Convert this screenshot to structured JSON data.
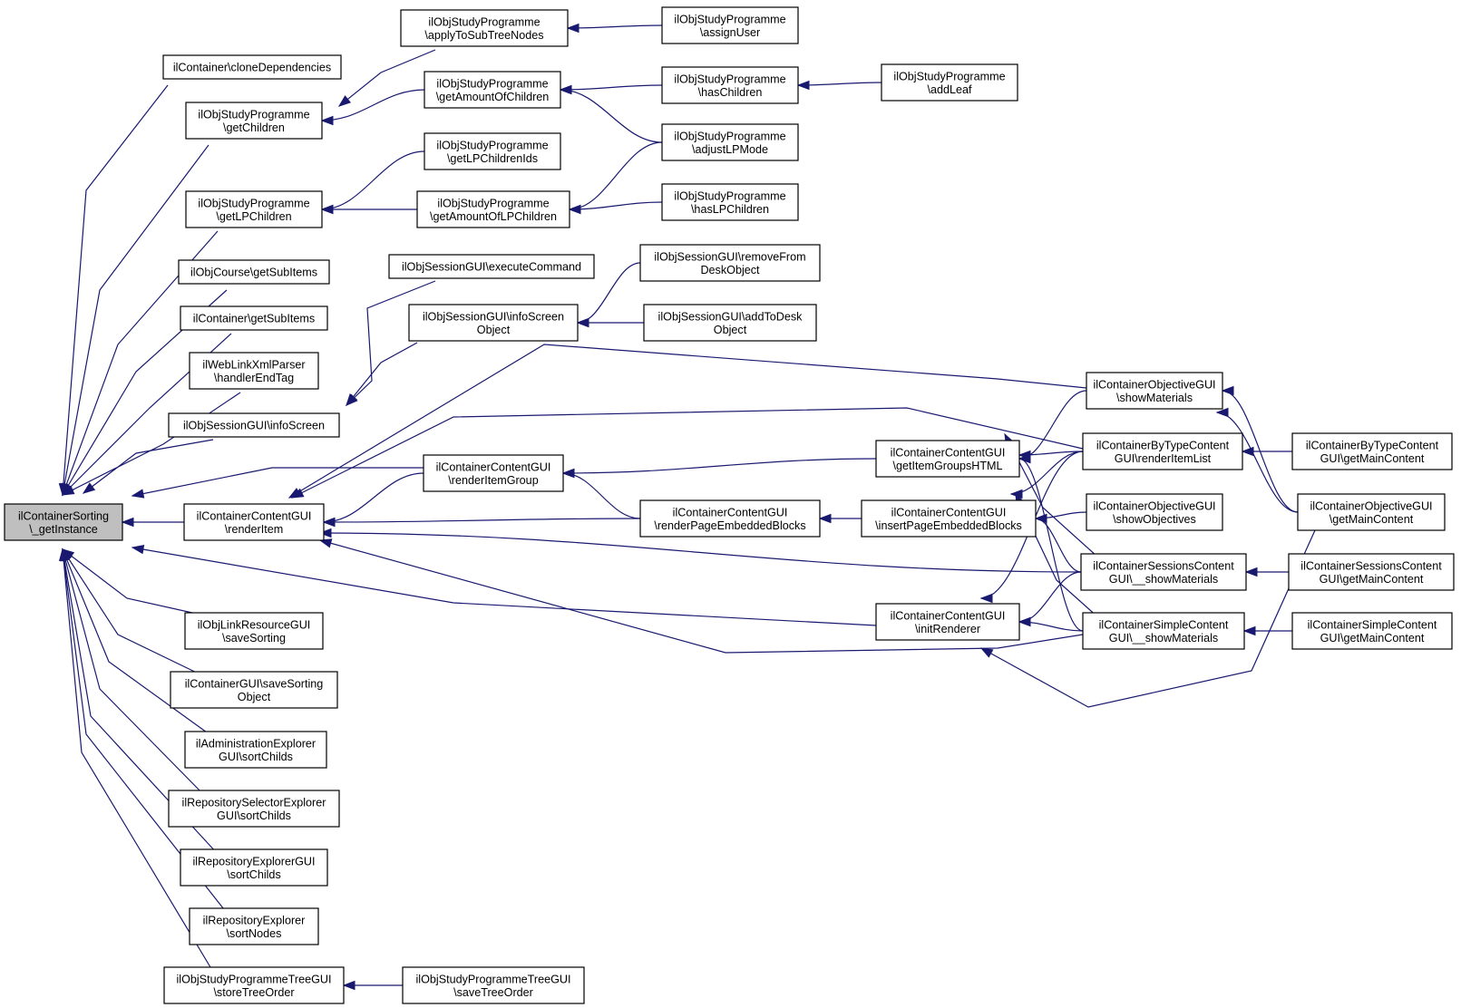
{
  "nodes": [
    {
      "id": "root",
      "lines": [
        "ilContainerSorting",
        "\\_getInstance"
      ],
      "root": true
    },
    {
      "id": "n1",
      "lines": [
        "ilContainer\\cloneDependencies"
      ]
    },
    {
      "id": "n2",
      "lines": [
        "ilObjStudyProgramme",
        "\\getChildren"
      ]
    },
    {
      "id": "n3",
      "lines": [
        "ilObjStudyProgramme",
        "\\getLPChildren"
      ]
    },
    {
      "id": "n4",
      "lines": [
        "ilObjCourse\\getSubItems"
      ]
    },
    {
      "id": "n5",
      "lines": [
        "ilContainer\\getSubItems"
      ]
    },
    {
      "id": "n6",
      "lines": [
        "ilWebLinkXmlParser",
        "\\handlerEndTag"
      ]
    },
    {
      "id": "n7",
      "lines": [
        "ilObjSessionGUI\\infoScreen"
      ]
    },
    {
      "id": "n8",
      "lines": [
        "ilContainerContentGUI",
        "\\renderItem"
      ]
    },
    {
      "id": "n9",
      "lines": [
        "ilObjLinkResourceGUI",
        "\\saveSorting"
      ]
    },
    {
      "id": "n10",
      "lines": [
        "ilContainerGUI\\saveSorting",
        "Object"
      ]
    },
    {
      "id": "n11",
      "lines": [
        "ilAdministrationExplorer",
        "GUI\\sortChilds"
      ]
    },
    {
      "id": "n12",
      "lines": [
        "ilRepositorySelectorExplorer",
        "GUI\\sortChilds"
      ]
    },
    {
      "id": "n13",
      "lines": [
        "ilRepositoryExplorerGUI",
        "\\sortChilds"
      ]
    },
    {
      "id": "n14",
      "lines": [
        "ilRepositoryExplorer",
        "\\sortNodes"
      ]
    },
    {
      "id": "n15",
      "lines": [
        "ilObjStudyProgrammeTreeGUI",
        "\\storeTreeOrder"
      ]
    },
    {
      "id": "n16",
      "lines": [
        "ilObjStudyProgramme",
        "\\applyToSubTreeNodes"
      ]
    },
    {
      "id": "n17",
      "lines": [
        "ilObjStudyProgramme",
        "\\getAmountOfChildren"
      ]
    },
    {
      "id": "n18",
      "lines": [
        "ilObjStudyProgramme",
        "\\getLPChildrenIds"
      ]
    },
    {
      "id": "n19",
      "lines": [
        "ilObjStudyProgramme",
        "\\getAmountOfLPChildren"
      ]
    },
    {
      "id": "n20",
      "lines": [
        "ilObjSessionGUI\\executeCommand"
      ]
    },
    {
      "id": "n21",
      "lines": [
        "ilObjSessionGUI\\infoScreen",
        "Object"
      ]
    },
    {
      "id": "n22",
      "lines": [
        "ilContainerContentGUI",
        "\\renderItemGroup"
      ]
    },
    {
      "id": "n23",
      "lines": [
        "ilObjStudyProgrammeTreeGUI",
        "\\saveTreeOrder"
      ]
    },
    {
      "id": "n24",
      "lines": [
        "ilObjStudyProgramme",
        "\\assignUser"
      ]
    },
    {
      "id": "n25",
      "lines": [
        "ilObjStudyProgramme",
        "\\hasChildren"
      ]
    },
    {
      "id": "n26",
      "lines": [
        "ilObjStudyProgramme",
        "\\adjustLPMode"
      ]
    },
    {
      "id": "n27",
      "lines": [
        "ilObjStudyProgramme",
        "\\hasLPChildren"
      ]
    },
    {
      "id": "n28",
      "lines": [
        "ilObjSessionGUI\\removeFrom",
        "DeskObject"
      ]
    },
    {
      "id": "n29",
      "lines": [
        "ilObjSessionGUI\\addToDesk",
        "Object"
      ]
    },
    {
      "id": "n30",
      "lines": [
        "ilContainerContentGUI",
        "\\renderPageEmbeddedBlocks"
      ]
    },
    {
      "id": "n31",
      "lines": [
        "ilObjStudyProgramme",
        "\\addLeaf"
      ]
    },
    {
      "id": "n32",
      "lines": [
        "ilContainerContentGUI",
        "\\getItemGroupsHTML"
      ]
    },
    {
      "id": "n33",
      "lines": [
        "ilContainerContentGUI",
        "\\insertPageEmbeddedBlocks"
      ]
    },
    {
      "id": "n34",
      "lines": [
        "ilContainerContentGUI",
        "\\initRenderer"
      ]
    },
    {
      "id": "n35",
      "lines": [
        "ilContainerObjectiveGUI",
        "\\showMaterials"
      ]
    },
    {
      "id": "n36",
      "lines": [
        "ilContainerByTypeContent",
        "GUI\\renderItemList"
      ]
    },
    {
      "id": "n37",
      "lines": [
        "ilContainerObjectiveGUI",
        "\\showObjectives"
      ]
    },
    {
      "id": "n38",
      "lines": [
        "ilContainerSessionsContent",
        "GUI\\__showMaterials"
      ]
    },
    {
      "id": "n39",
      "lines": [
        "ilContainerSimpleContent",
        "GUI\\__showMaterials"
      ]
    },
    {
      "id": "n40",
      "lines": [
        "ilContainerByTypeContent",
        "GUI\\getMainContent"
      ]
    },
    {
      "id": "n41",
      "lines": [
        "ilContainerObjectiveGUI",
        "\\getMainContent"
      ]
    },
    {
      "id": "n42",
      "lines": [
        "ilContainerSessionsContent",
        "GUI\\getMainContent"
      ]
    },
    {
      "id": "n43",
      "lines": [
        "ilContainerSimpleContent",
        "GUI\\getMainContent"
      ]
    }
  ],
  "edges": [
    [
      "root",
      "n1"
    ],
    [
      "root",
      "n2"
    ],
    [
      "root",
      "n3"
    ],
    [
      "root",
      "n4"
    ],
    [
      "root",
      "n5"
    ],
    [
      "root",
      "n6"
    ],
    [
      "root",
      "n7"
    ],
    [
      "root",
      "n8"
    ],
    [
      "root",
      "n9"
    ],
    [
      "root",
      "n10"
    ],
    [
      "root",
      "n11"
    ],
    [
      "root",
      "n12"
    ],
    [
      "root",
      "n13"
    ],
    [
      "root",
      "n14"
    ],
    [
      "root",
      "n15"
    ],
    [
      "root",
      "n22"
    ],
    [
      "root",
      "n34"
    ],
    [
      "n2",
      "n16"
    ],
    [
      "n2",
      "n17"
    ],
    [
      "n3",
      "n18"
    ],
    [
      "n3",
      "n19"
    ],
    [
      "n7",
      "n20"
    ],
    [
      "n7",
      "n21"
    ],
    [
      "n15",
      "n23"
    ],
    [
      "n16",
      "n24"
    ],
    [
      "n17",
      "n25"
    ],
    [
      "n17",
      "n26"
    ],
    [
      "n19",
      "n26"
    ],
    [
      "n19",
      "n27"
    ],
    [
      "n21",
      "n28"
    ],
    [
      "n21",
      "n29"
    ],
    [
      "n25",
      "n31"
    ],
    [
      "n8",
      "n22"
    ],
    [
      "n8",
      "n30"
    ],
    [
      "n8",
      "n35"
    ],
    [
      "n8",
      "n36"
    ],
    [
      "n8",
      "n38"
    ],
    [
      "n8",
      "n39"
    ],
    [
      "n22",
      "n32"
    ],
    [
      "n22",
      "n30"
    ],
    [
      "n30",
      "n33"
    ],
    [
      "n32",
      "n35"
    ],
    [
      "n32",
      "n36"
    ],
    [
      "n32",
      "n38"
    ],
    [
      "n32",
      "n39"
    ],
    [
      "n33",
      "n36"
    ],
    [
      "n33",
      "n37"
    ],
    [
      "n33",
      "n38"
    ],
    [
      "n33",
      "n39"
    ],
    [
      "n34",
      "n36"
    ],
    [
      "n34",
      "n38"
    ],
    [
      "n34",
      "n39"
    ],
    [
      "n34",
      "n41"
    ],
    [
      "n35",
      "n41"
    ],
    [
      "n36",
      "n40"
    ],
    [
      "n37",
      "n41"
    ],
    [
      "n38",
      "n42"
    ],
    [
      "n39",
      "n43"
    ]
  ]
}
